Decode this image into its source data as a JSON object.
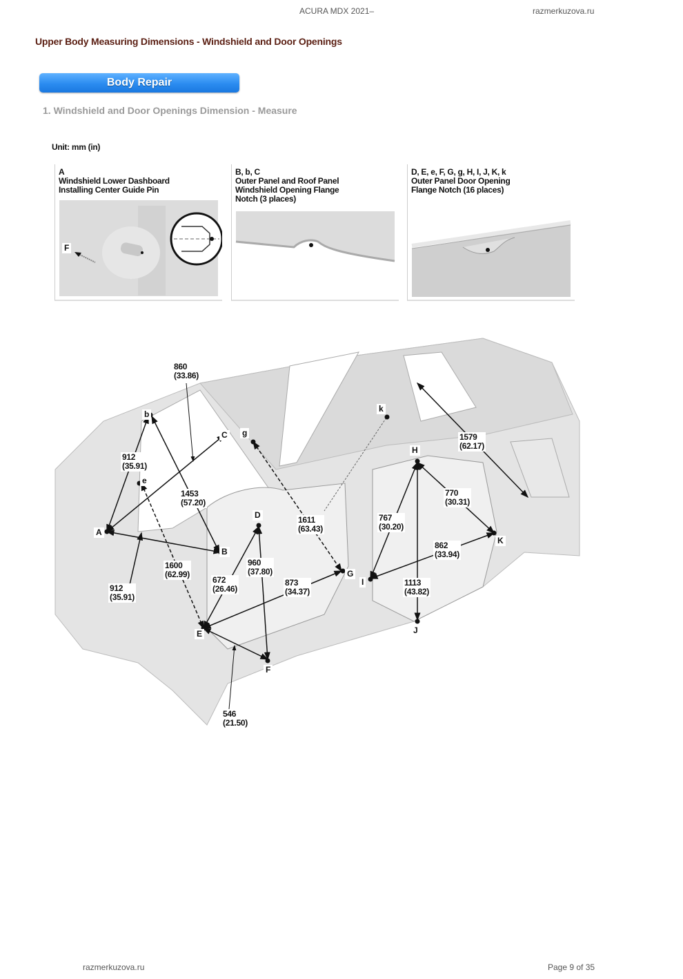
{
  "header": {
    "doc_title": "ACURA MDX 2021–",
    "site": "razmerkuzova.ru"
  },
  "page_title": "Upper Body Measuring Dimensions - Windshield and Door Openings",
  "section_button": "Body Repair",
  "step_title": "1. Windshield and Door Openings Dimension - Measure",
  "unit": "Unit: mm (in)",
  "panels": [
    {
      "points": "A",
      "line1": "Windshield Lower Dashboard",
      "line2": "Installing Center Guide Pin",
      "line3": "",
      "inner_label": "F"
    },
    {
      "points": "B, b, C",
      "line1": "Outer Panel and Roof Panel",
      "line2": "Windshield Opening Flange",
      "line3": "Notch (3 places)"
    },
    {
      "points": "D, E, e, F, G, g, H, I, J, K, k",
      "line1": "Outer Panel Door Opening",
      "line2": "Flange Notch (16 places)",
      "line3": ""
    }
  ],
  "points": {
    "A": "A",
    "b": "b",
    "B": "B",
    "C": "C",
    "D": "D",
    "e": "e",
    "E": "E",
    "F": "F",
    "g": "g",
    "G": "G",
    "H": "H",
    "I": "I",
    "J": "J",
    "K": "K",
    "k": "k"
  },
  "dimensions": {
    "c_860": {
      "mm": "860",
      "in": "(33.86)"
    },
    "b_912": {
      "mm": "912",
      "in": "(35.91)"
    },
    "e_912": {
      "mm": "912",
      "in": "(35.91)"
    },
    "b_1453": {
      "mm": "1453",
      "in": "(57.20)"
    },
    "e_1600": {
      "mm": "1600",
      "in": "(62.99)"
    },
    "d_672": {
      "mm": "672",
      "in": "(26.46)"
    },
    "f_960": {
      "mm": "960",
      "in": "(37.80)"
    },
    "g_873": {
      "mm": "873",
      "in": "(34.37)"
    },
    "g_1611": {
      "mm": "1611",
      "in": "(63.43)"
    },
    "f_546": {
      "mm": "546",
      "in": "(21.50)"
    },
    "h_767": {
      "mm": "767",
      "in": "(30.20)"
    },
    "k_770": {
      "mm": "770",
      "in": "(30.31)"
    },
    "k_862": {
      "mm": "862",
      "in": "(33.94)"
    },
    "j_1113": {
      "mm": "1113",
      "in": "(43.82)"
    },
    "k_1579": {
      "mm": "1579",
      "in": "(62.17)"
    }
  },
  "footer": {
    "site": "razmerkuzova.ru",
    "page": "Page 9 of 35"
  },
  "colors": {
    "title": "#5a1e12",
    "button": "#2b8cf0",
    "step": "#9a9a9a"
  }
}
